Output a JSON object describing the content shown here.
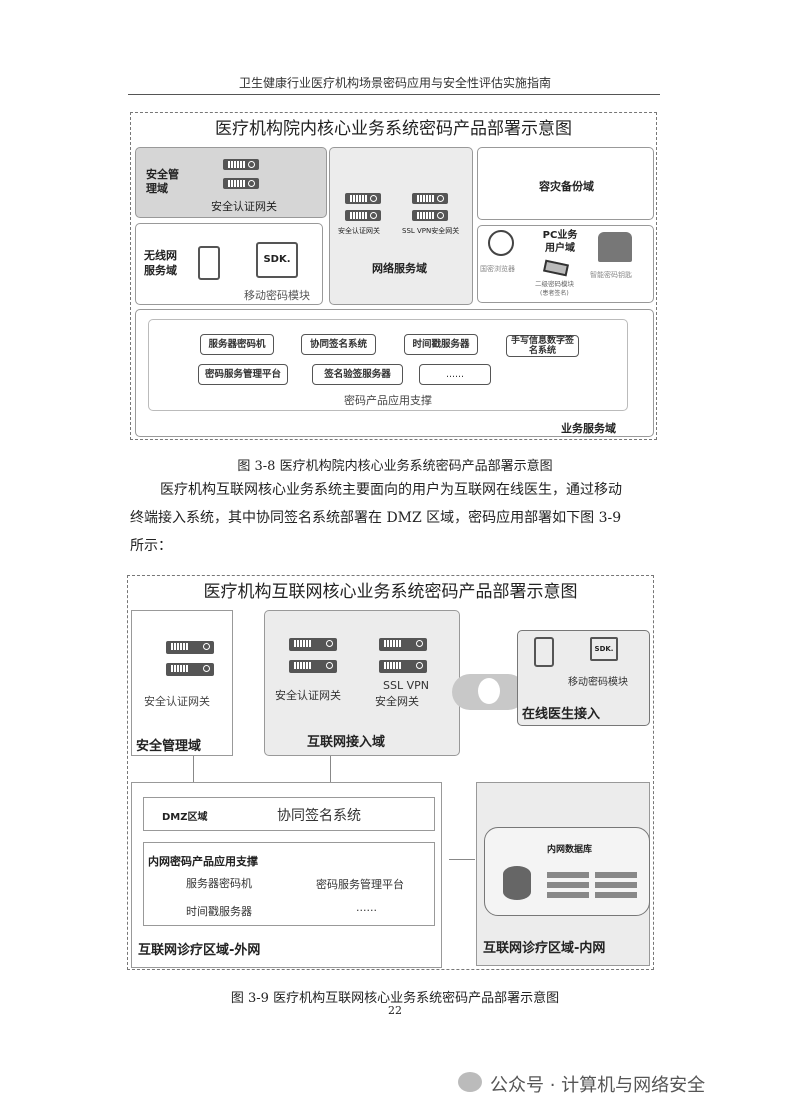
{
  "header": "卫生健康行业医疗机构场景密码应用与安全性评估实施指南",
  "fig1": {
    "title": "医疗机构院内核心业务系统密码产品部署示意图",
    "security_domain": "安全管理域",
    "security_gateway": "安全认证网关",
    "wireless_domain": "无线网服务域",
    "mobile_module": "移动密码模块",
    "sdk": "SDK.",
    "network_domain": "网络服务域",
    "net_gw1": "安全认证网关",
    "net_gw2": "SSL VPN安全网关",
    "disaster_domain": "容灾备份域",
    "pc_domain": "PC业务用户域",
    "browser": "国密浏览器",
    "level2_module": "二级密码模块",
    "level2_note": "(患者签名)",
    "smart_key": "智能密码钥匙",
    "products": [
      "服务器密码机",
      "协同签名系统",
      "时间戳服务器",
      "手写信息数字签名系统",
      "密码服务管理平台",
      "签名验签服务器",
      "......"
    ],
    "support_label": "密码产品应用支撑",
    "business_domain": "业务服务域"
  },
  "caption1": "图 3-8  医疗机构院内核心业务系统密码产品部署示意图",
  "paragraph": [
    "医疗机构互联网核心业务系统主要面向的用户为互联网在线医生，通过移动",
    "终端接入系统，其中协同签名系统部署在 DMZ 区域，密码应用部署如下图 3-9",
    "所示："
  ],
  "fig2": {
    "title": "医疗机构互联网核心业务系统密码产品部署示意图",
    "security_gateway": "安全认证网关",
    "security_domain": "安全管理域",
    "gw1": "安全认证网关",
    "gw2_line1": "SSL VPN",
    "gw2_line2": "安全网关",
    "internet_access": "互联网接入域",
    "mobile_module": "移动密码模块",
    "sdk": "SDK.",
    "doctor_access": "在线医生接入",
    "dmz": "DMZ区域",
    "cosign": "协同签名系统",
    "inner_support": "内网密码产品应用支撑",
    "items": [
      "服务器密码机",
      "密码服务管理平台",
      "时间戳服务器",
      "......"
    ],
    "outer_zone": "互联网诊疗区域-外网",
    "inner_db": "内网数据库",
    "inner_zone": "互联网诊疗区域-内网"
  },
  "caption2": "图 3-9 医疗机构互联网核心业务系统密码产品部署示意图",
  "page_number": "22",
  "watermark": "公众号 · 计算机与网络安全"
}
